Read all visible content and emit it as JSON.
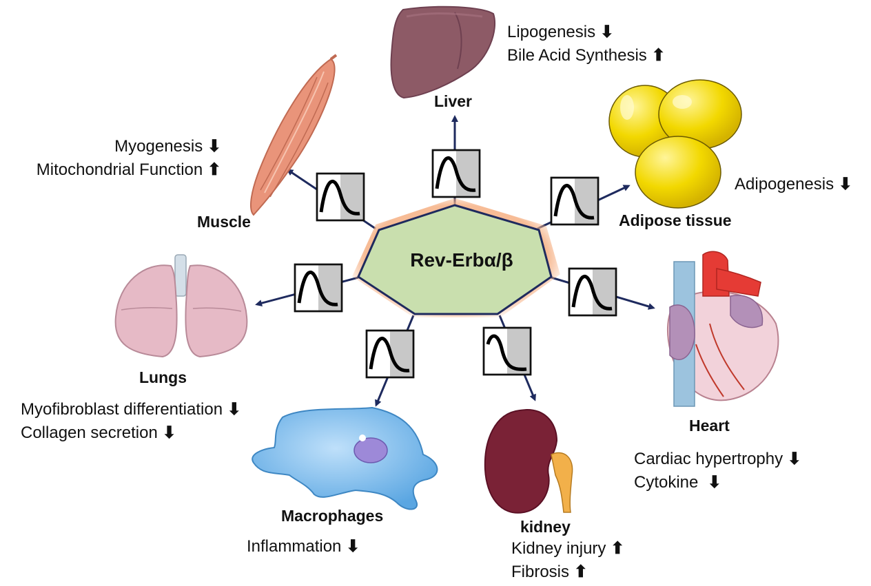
{
  "hub": {
    "label": "Rev-Erbα/β"
  },
  "colors": {
    "hub_fill": "#c9dfae",
    "hub_stroke": "#1e2a5e",
    "arrow": "#1e2a5e",
    "rhythm_shade": "#c8c8c8"
  },
  "organs": {
    "liver": {
      "name": "Liver",
      "effects": [
        {
          "text": "Lipogenesis",
          "arrow": "⬇"
        },
        {
          "text": "Bile Acid Synthesis",
          "arrow": "⬆"
        }
      ]
    },
    "adipose": {
      "name": "Adipose tissue",
      "effects": [
        {
          "text": "Adipogenesis",
          "arrow": "⬇"
        }
      ]
    },
    "muscle": {
      "name": "Muscle",
      "effects": [
        {
          "text": "Myogenesis",
          "arrow": "⬇"
        },
        {
          "text": "Mitochondrial Function",
          "arrow": "⬆"
        }
      ]
    },
    "lungs": {
      "name": "Lungs",
      "effects": [
        {
          "text": "Myofibroblast differentiation",
          "arrow": "⬇"
        },
        {
          "text": "Collagen secretion",
          "arrow": "⬇"
        }
      ]
    },
    "heart": {
      "name": "Heart",
      "effects": [
        {
          "text": "Cardiac hypertrophy",
          "arrow": "⬇"
        },
        {
          "text": "Cytokine ",
          "arrow": "⬇"
        }
      ]
    },
    "macrophages": {
      "name": "Macrophages",
      "effects": [
        {
          "text": "Inflammation",
          "arrow": "⬇"
        }
      ]
    },
    "kidney": {
      "name": "kidney",
      "effects": [
        {
          "text": "Kidney injury",
          "arrow": "⬆"
        },
        {
          "text": "Fibrosis",
          "arrow": "⬆"
        }
      ]
    }
  }
}
